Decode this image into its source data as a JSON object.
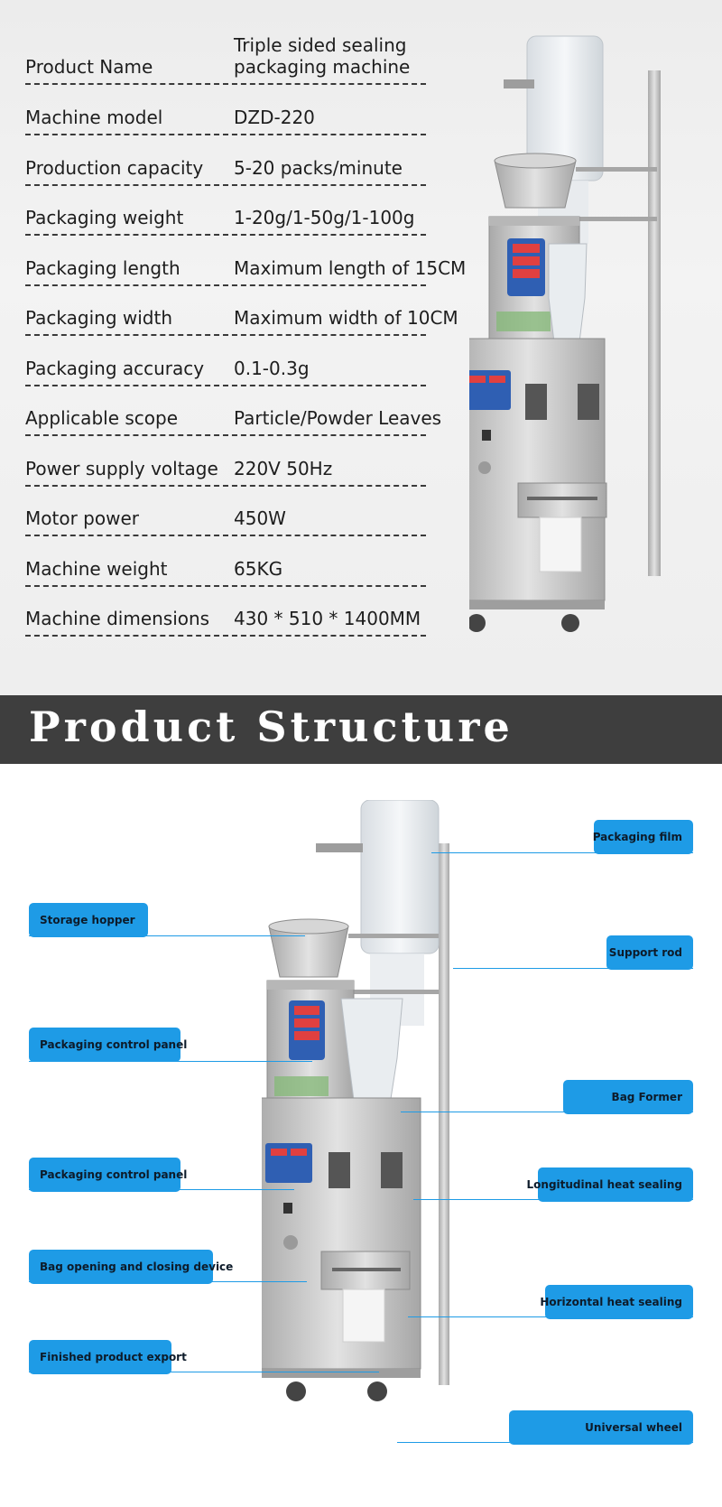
{
  "specs": [
    {
      "label": "Product Name",
      "value": "Triple sided sealing\npackaging machine"
    },
    {
      "label": "Machine model",
      "value": "DZD-220"
    },
    {
      "label": "Production capacity",
      "value": "5-20 packs/minute"
    },
    {
      "label": "Packaging weight",
      "value": "1-20g/1-50g/1-100g"
    },
    {
      "label": "Packaging length",
      "value": "Maximum length of 15CM"
    },
    {
      "label": "Packaging width",
      "value": "Maximum width of 10CM"
    },
    {
      "label": "Packaging accuracy",
      "value": "0.1-0.3g"
    },
    {
      "label": "Applicable scope",
      "value": "Particle/Powder Leaves"
    },
    {
      "label": "Power supply voltage",
      "value": "220V 50Hz"
    },
    {
      "label": "Motor power",
      "value": "450W"
    },
    {
      "label": "Machine weight",
      "value": "65KG"
    },
    {
      "label": "Machine dimensions",
      "value": "430 * 510 * 1400MM"
    }
  ],
  "banner": {
    "title": "Product Structure"
  },
  "callouts": {
    "packaging_film": "Packaging film",
    "storage_hopper": "Storage hopper",
    "support_rod": "Support rod",
    "packaging_control_panel_1": "Packaging control panel",
    "bag_former": "Bag Former",
    "packaging_control_panel_2": "Packaging control panel",
    "longitudinal_heat_sealing": "Longitudinal heat sealing",
    "bag_opening": "Bag opening and closing device",
    "horizontal_heat_sealing": "Horizontal heat sealing",
    "finished_export": "Finished product export",
    "universal_wheel": "Universal wheel"
  },
  "colors": {
    "accent": "#1e9be6",
    "banner_bg": "#3e3e3e",
    "metal": "#c9c9c9",
    "panel_blue": "#2f5fb3"
  }
}
